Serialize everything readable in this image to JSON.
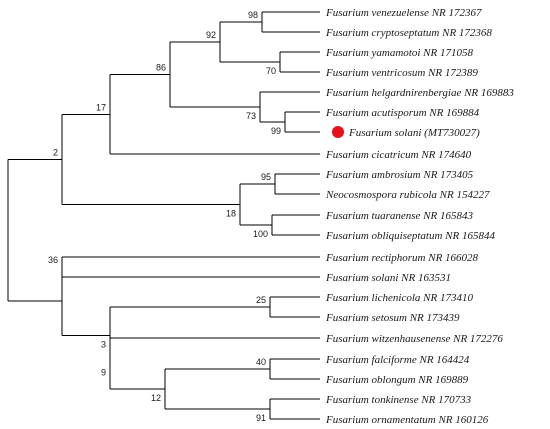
{
  "highlight_color": "#e8101a",
  "highlight_marker": "red-dot-icon",
  "taxa": [
    {
      "id": "t1",
      "label": "Fusarium venezuelense NR 172367"
    },
    {
      "id": "t2",
      "label": "Fusarium cryptoseptatum NR 172368"
    },
    {
      "id": "t3",
      "label": "Fusarium yamamotoi NR 171058"
    },
    {
      "id": "t4",
      "label": "Fusarium ventricosum NR 172389"
    },
    {
      "id": "t5",
      "label": "Fusarium helgardnirenbergiae NR 169883"
    },
    {
      "id": "t6",
      "label": "Fusarium acutisporum NR 169884"
    },
    {
      "id": "t7",
      "label": "Fusarium solani (MT730027)",
      "highlight": true
    },
    {
      "id": "t8",
      "label": "Fusarium cicatricum NR 174640"
    },
    {
      "id": "t9",
      "label": "Fusarium ambrosium NR 173405"
    },
    {
      "id": "t10",
      "label": "Neocosmospora rubicola NR 154227"
    },
    {
      "id": "t11",
      "label": "Fusarium tuaranense NR 165843"
    },
    {
      "id": "t12",
      "label": "Fusarium obliquiseptatum NR 165844"
    },
    {
      "id": "t13",
      "label": "Fusarium rectiphorum NR 166028"
    },
    {
      "id": "t14",
      "label": "Fusarium solani NR 163531"
    },
    {
      "id": "t15",
      "label": "Fusarium lichenicola NR 173410"
    },
    {
      "id": "t16",
      "label": "Fusarium setosum NR 173439"
    },
    {
      "id": "t17",
      "label": "Fusarium witzenhausenense NR 172276"
    },
    {
      "id": "t18",
      "label": "Fusarium falciforme NR 164424"
    },
    {
      "id": "t19",
      "label": "Fusarium oblongum NR 169889"
    },
    {
      "id": "t20",
      "label": "Fusarium tonkinense NR 170733"
    },
    {
      "id": "t21",
      "label": "Fusarium ornamentatum NR 160126"
    }
  ],
  "bootstrap": {
    "n_t1_t2": "98",
    "n_t3_t4": "70",
    "n_t1_t4": "92",
    "n_t6_t7": "99",
    "n_t5_t7": "73",
    "n_t1_t7": "86",
    "n_t1_t8": "17",
    "n_t9_t10": "95",
    "n_t11_t12": "100",
    "n_t9_t12": "18",
    "n_root": "2",
    "n_t13_t14": "36",
    "n_t15_t16": "25",
    "n_t18_t19": "40",
    "n_t20_t21": "91",
    "n_t18_t21": "12",
    "n_t17_t21": "9",
    "n_t15_t21": "3"
  }
}
